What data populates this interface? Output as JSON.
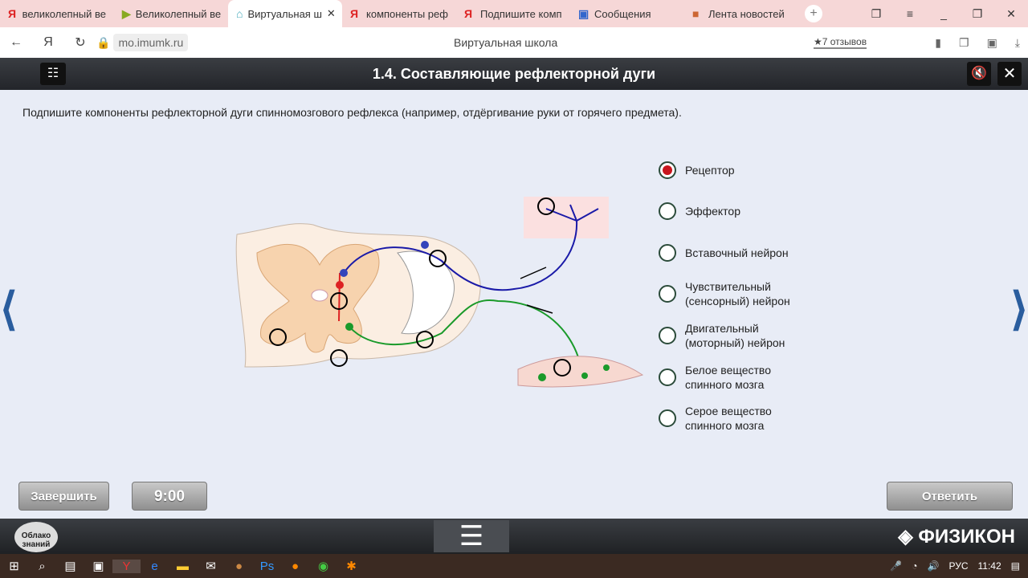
{
  "browser": {
    "tabs": [
      {
        "label": "великолепный ве",
        "icon": "yandex-icon"
      },
      {
        "label": "Великолепный ве",
        "icon": "play-icon"
      },
      {
        "label": "Виртуальная ш",
        "icon": "school-icon",
        "active": true
      },
      {
        "label": "компоненты реф",
        "icon": "yandex-icon"
      },
      {
        "label": "Подпишите комп",
        "icon": "yandex-icon"
      },
      {
        "label": "Сообщения",
        "icon": "messages-icon"
      },
      {
        "label": "Лента новостей",
        "icon": "news-icon"
      }
    ],
    "url": "mo.imumk.ru",
    "page_title": "Виртуальная школа",
    "reviews": "7 отзывов"
  },
  "header": {
    "title": "1.4. Составляющие рефлекторной дуги"
  },
  "instruction": "Подпишите компоненты рефлекторной дуги спинномозгового рефлекса (например, отдёргивание руки от горячего предмета).",
  "options": [
    {
      "label": "Рецептор",
      "selected": true
    },
    {
      "label": "Эффектор"
    },
    {
      "label": "Вставочный нейрон"
    },
    {
      "label": "Чувствительный (сенсорный) нейрон"
    },
    {
      "label": "Двигательный (моторный) нейрон"
    },
    {
      "label": "Белое вещество спинного мозга"
    },
    {
      "label": "Серое вещество спинного мозга"
    }
  ],
  "buttons": {
    "finish": "Завершить",
    "timer": "9:00",
    "answer": "Ответить"
  },
  "footer": {
    "logo_left": "Облако знаний",
    "logo_right": "ФИЗИКОН"
  },
  "taskbar": {
    "lang": "РУС",
    "time": "11:42"
  }
}
